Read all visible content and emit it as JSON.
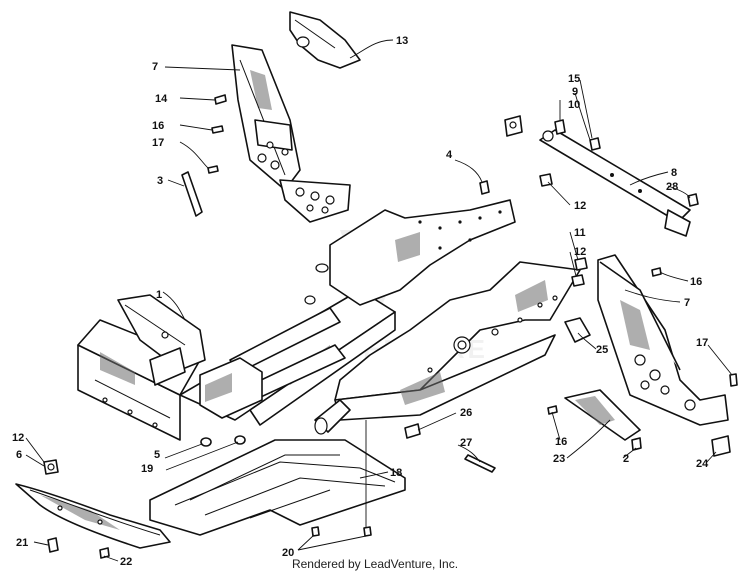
{
  "footer": {
    "text": "Rendered by LeadVenture, Inc."
  },
  "watermark": {
    "text": "LEADVENTURE"
  },
  "callouts": [
    {
      "id": "c13",
      "label": "13"
    },
    {
      "id": "c7a",
      "label": "7"
    },
    {
      "id": "c14",
      "label": "14"
    },
    {
      "id": "c16a",
      "label": "16"
    },
    {
      "id": "c17a",
      "label": "17"
    },
    {
      "id": "c3",
      "label": "3"
    },
    {
      "id": "c4",
      "label": "4"
    },
    {
      "id": "c15",
      "label": "15"
    },
    {
      "id": "c9",
      "label": "9"
    },
    {
      "id": "c10",
      "label": "10"
    },
    {
      "id": "c8",
      "label": "8"
    },
    {
      "id": "c28",
      "label": "28"
    },
    {
      "id": "c12a",
      "label": "12"
    },
    {
      "id": "c11",
      "label": "11"
    },
    {
      "id": "c12b",
      "label": "12"
    },
    {
      "id": "c16b",
      "label": "16"
    },
    {
      "id": "c7b",
      "label": "7"
    },
    {
      "id": "c1",
      "label": "1"
    },
    {
      "id": "c25",
      "label": "25"
    },
    {
      "id": "c17b",
      "label": "17"
    },
    {
      "id": "c26",
      "label": "26"
    },
    {
      "id": "c27",
      "label": "27"
    },
    {
      "id": "c16c",
      "label": "16"
    },
    {
      "id": "c23",
      "label": "23"
    },
    {
      "id": "c2",
      "label": "2"
    },
    {
      "id": "c24",
      "label": "24"
    },
    {
      "id": "c12c",
      "label": "12"
    },
    {
      "id": "c6",
      "label": "6"
    },
    {
      "id": "c5",
      "label": "5"
    },
    {
      "id": "c19",
      "label": "19"
    },
    {
      "id": "c18",
      "label": "18"
    },
    {
      "id": "c21",
      "label": "21"
    },
    {
      "id": "c22",
      "label": "22"
    },
    {
      "id": "c20",
      "label": "20"
    }
  ]
}
